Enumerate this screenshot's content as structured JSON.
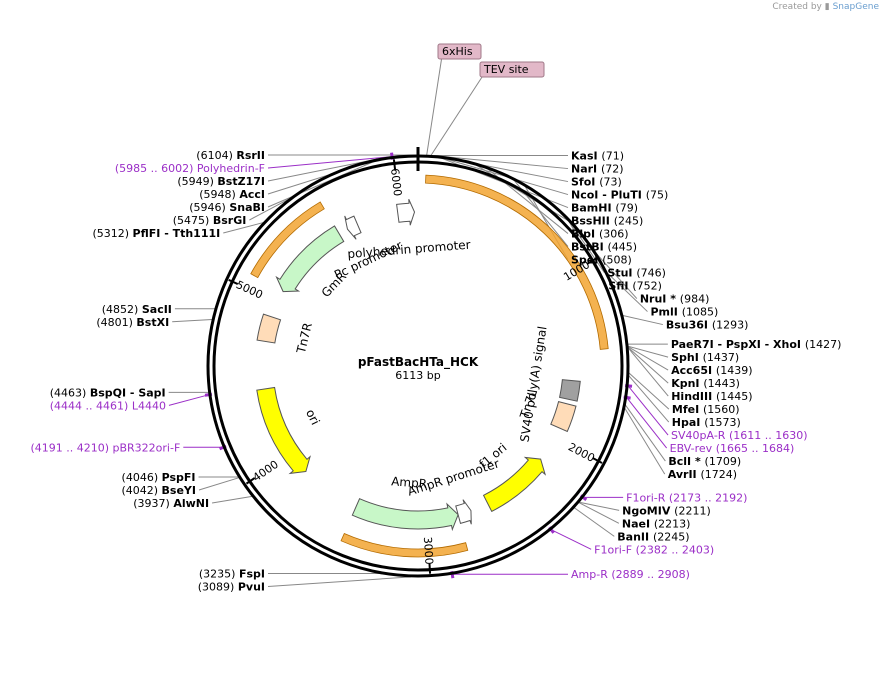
{
  "credit": {
    "prefix": "Created by",
    "brand": "SnapGene"
  },
  "plasmid": {
    "name": "pFastBacHTa_HCK",
    "length": "6113 bp",
    "total_bp": 6113
  },
  "ticks": [
    "1000",
    "2000",
    "3000",
    "4000",
    "5000",
    "6000"
  ],
  "enzymes": [
    {
      "name": "RsrII",
      "pos": "(6104)",
      "bp": 6104,
      "side": "left"
    },
    {
      "name": "BstZ17I",
      "pos": "(5949)",
      "bp": 5949,
      "side": "left"
    },
    {
      "name": "AccI",
      "pos": "(5948)",
      "bp": 5948,
      "side": "left"
    },
    {
      "name": "SnaBI",
      "pos": "(5946)",
      "bp": 5946,
      "side": "left"
    },
    {
      "name": "BsrGI",
      "pos": "(5475)",
      "bp": 5475,
      "side": "left"
    },
    {
      "name": "PflFI - Tth111I",
      "pos": "(5312)",
      "bp": 5312,
      "side": "left"
    },
    {
      "name": "SacII",
      "pos": "(4852)",
      "bp": 4852,
      "side": "left"
    },
    {
      "name": "BstXI",
      "pos": "(4801)",
      "bp": 4801,
      "side": "left"
    },
    {
      "name": "BspQI - SapI",
      "pos": "(4463)",
      "bp": 4463,
      "side": "left"
    },
    {
      "name": "PspFI",
      "pos": "(4046)",
      "bp": 4046,
      "side": "left"
    },
    {
      "name": "BseYI",
      "pos": "(4042)",
      "bp": 4042,
      "side": "left"
    },
    {
      "name": "AlwNI",
      "pos": "(3937)",
      "bp": 3937,
      "side": "left"
    },
    {
      "name": "FspI",
      "pos": "(3235)",
      "bp": 3235,
      "side": "left"
    },
    {
      "name": "PvuI",
      "pos": "(3089)",
      "bp": 3089,
      "side": "left"
    },
    {
      "name": "KasI",
      "pos": "(71)",
      "bp": 71,
      "side": "right"
    },
    {
      "name": "NarI",
      "pos": "(72)",
      "bp": 72,
      "side": "right"
    },
    {
      "name": "SfoI",
      "pos": "(73)",
      "bp": 73,
      "side": "right"
    },
    {
      "name": "NcoI - PluTI",
      "pos": "(75)",
      "bp": 75,
      "side": "right"
    },
    {
      "name": "BamHI",
      "pos": "(79)",
      "bp": 79,
      "side": "right"
    },
    {
      "name": "BssHII",
      "pos": "(245)",
      "bp": 245,
      "side": "right"
    },
    {
      "name": "BlpI",
      "pos": "(306)",
      "bp": 306,
      "side": "right"
    },
    {
      "name": "BstBI",
      "pos": "(445)",
      "bp": 445,
      "side": "right"
    },
    {
      "name": "SpeI",
      "pos": "(508)",
      "bp": 508,
      "side": "right"
    },
    {
      "name": "StuI",
      "pos": "(746)",
      "bp": 746,
      "side": "right"
    },
    {
      "name": "SfiI",
      "pos": "(752)",
      "bp": 752,
      "side": "right"
    },
    {
      "name": "NruI *",
      "pos": "(984)",
      "bp": 984,
      "side": "right"
    },
    {
      "name": "PmlI",
      "pos": "(1085)",
      "bp": 1085,
      "side": "right"
    },
    {
      "name": "Bsu36I",
      "pos": "(1293)",
      "bp": 1293,
      "side": "right"
    },
    {
      "name": "PaeR7I - PspXI - XhoI",
      "pos": "(1427)",
      "bp": 1427,
      "side": "right"
    },
    {
      "name": "SphI",
      "pos": "(1437)",
      "bp": 1437,
      "side": "right"
    },
    {
      "name": "Acc65I",
      "pos": "(1439)",
      "bp": 1439,
      "side": "right"
    },
    {
      "name": "KpnI",
      "pos": "(1443)",
      "bp": 1443,
      "side": "right"
    },
    {
      "name": "HindIII",
      "pos": "(1445)",
      "bp": 1445,
      "side": "right"
    },
    {
      "name": "MfeI",
      "pos": "(1560)",
      "bp": 1560,
      "side": "right"
    },
    {
      "name": "HpaI",
      "pos": "(1573)",
      "bp": 1573,
      "side": "right"
    },
    {
      "name": "BclI *",
      "pos": "(1709)",
      "bp": 1709,
      "side": "right"
    },
    {
      "name": "AvrII",
      "pos": "(1724)",
      "bp": 1724,
      "side": "right"
    },
    {
      "name": "NgoMIV",
      "pos": "(2211)",
      "bp": 2211,
      "side": "right"
    },
    {
      "name": "NaeI",
      "pos": "(2213)",
      "bp": 2213,
      "side": "right"
    },
    {
      "name": "BanII",
      "pos": "(2245)",
      "bp": 2245,
      "side": "right"
    }
  ],
  "primers": [
    {
      "name": "Polyhedrin-F",
      "range": "(5985 .. 6002)",
      "bp": 5993,
      "side": "left"
    },
    {
      "name": "L4440",
      "range": "(4444 .. 4461)",
      "bp": 4452,
      "side": "left"
    },
    {
      "name": "pBR322ori-F",
      "range": "(4191 .. 4210)",
      "bp": 4200,
      "side": "left"
    },
    {
      "name": "SV40pA-R",
      "range": "(1611 .. 1630)",
      "bp": 1620,
      "side": "right"
    },
    {
      "name": "EBV-rev",
      "range": "(1665 .. 1684)",
      "bp": 1674,
      "side": "right"
    },
    {
      "name": "F1ori-R",
      "range": "(2173 .. 2192)",
      "bp": 2182,
      "side": "right"
    },
    {
      "name": "F1ori-F",
      "range": "(2382 .. 2403)",
      "bp": 2392,
      "side": "right"
    },
    {
      "name": "Amp-R",
      "range": "(2889 .. 2908)",
      "bp": 2898,
      "side": "right"
    }
  ],
  "boxed_labels": [
    {
      "text": "6xHis",
      "bp": 40
    },
    {
      "text": "TEV site",
      "bp": 60
    }
  ],
  "features": [
    {
      "name": "polyhedrin promoter",
      "color": "#ffffff",
      "start": 5985,
      "end": 6091,
      "dir": 1
    },
    {
      "name": "Pc promoter",
      "color": "#ffffff",
      "start": 5650,
      "end": 5720,
      "dir": -1
    },
    {
      "name": "GmR",
      "color": "#c8f7c8",
      "start": 5075,
      "end": 5590,
      "dir": -1
    },
    {
      "name": "Tn7R",
      "color": "#ffdcb8",
      "start": 4740,
      "end": 4900,
      "dir": 0
    },
    {
      "name": "ori",
      "color": "#ffff00",
      "start": 3850,
      "end": 4440,
      "dir": -1
    },
    {
      "name": "AmpR",
      "color": "#c8f7c8",
      "start": 2800,
      "end": 3460,
      "dir": -1
    },
    {
      "name": "AmpR promoter",
      "color": "#ffffff",
      "start": 2715,
      "end": 2800,
      "dir": -1
    },
    {
      "name": "f1 ori",
      "color": "#ffff00",
      "start": 2160,
      "end": 2600,
      "dir": -1
    },
    {
      "name": "Tn7L",
      "color": "#ffdcb8",
      "start": 1770,
      "end": 1930,
      "dir": 0
    },
    {
      "name": "SV40 poly(A) signal",
      "color": "#a0a0a0",
      "start": 1620,
      "end": 1740,
      "dir": 0
    }
  ],
  "orf_arcs": [
    {
      "name": "HCK ORF",
      "start": 40,
      "end": 1440,
      "color": "#f2a531"
    },
    {
      "name": "AmpR ORF",
      "start": 2800,
      "end": 3460,
      "color": "#f2a531"
    },
    {
      "name": "GmR ORF",
      "start": 5075,
      "end": 5590,
      "color": "#f2a531"
    }
  ]
}
